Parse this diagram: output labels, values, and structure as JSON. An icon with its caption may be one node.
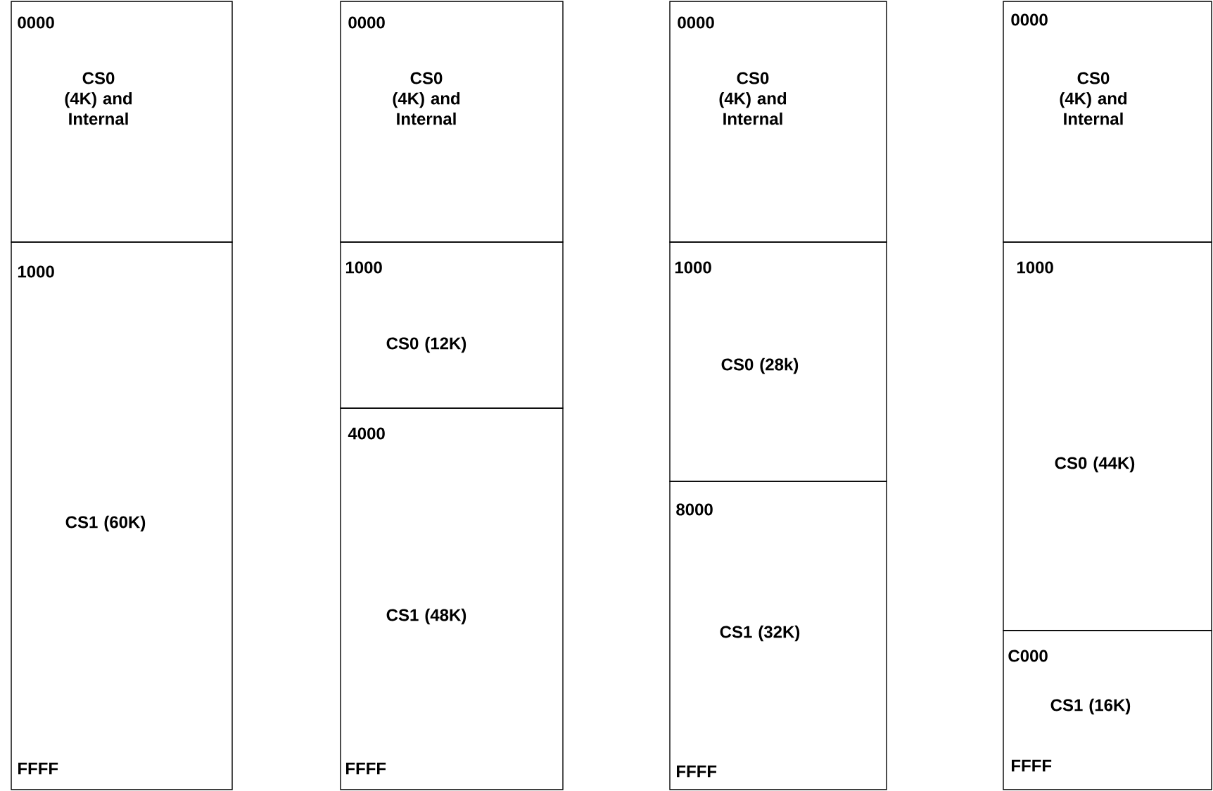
{
  "diagram": {
    "nodes": [
      {
        "text": [
          "0000",
          "CS0 (4K) and Internal"
        ]
      },
      {
        "text": [
          "1000",
          "CS1 (60K)",
          "FFFF"
        ]
      },
      {
        "text": [
          "0000",
          "CS0 (4K) and Internal"
        ]
      },
      {
        "text": [
          "1000",
          "CS0 (12K)"
        ]
      },
      {
        "text": [
          "4000",
          "CS1 (48K)",
          "FFFF"
        ]
      },
      {
        "text": [
          "0000",
          "CS0 (4K) and Internal"
        ]
      },
      {
        "text": [
          "1000",
          "CS0 (28k)"
        ]
      },
      {
        "text": [
          "8000",
          "CS1 (32K)",
          "FFFF"
        ]
      },
      {
        "text": [
          "0000",
          "CS0 (4K) and Internal"
        ]
      },
      {
        "text": [
          "1000",
          "CS0 (44K)"
        ]
      },
      {
        "text": [
          "C000",
          "CS1 (16K)",
          "FFFF"
        ]
      }
    ]
  }
}
